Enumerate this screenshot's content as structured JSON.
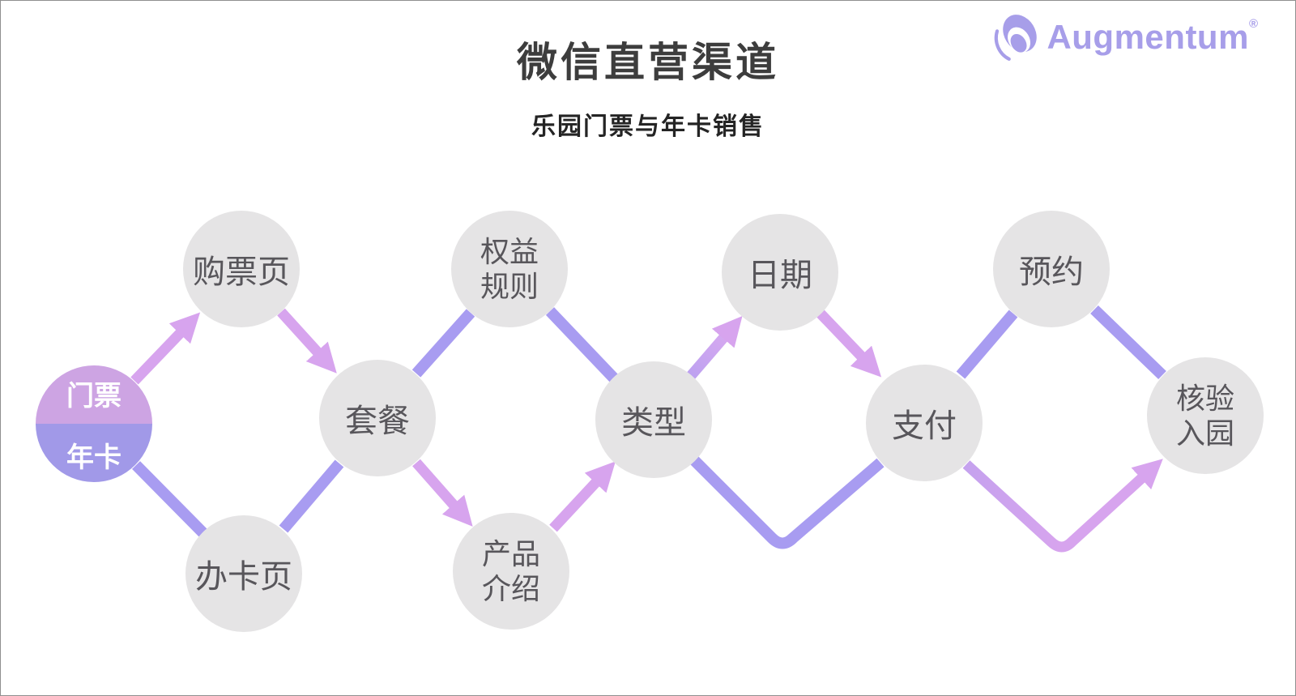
{
  "header": {
    "title": "微信直营渠道",
    "subtitle": "乐园门票与年卡销售"
  },
  "logo": {
    "name": "Augmentum",
    "registered": "®",
    "color": "#a79ee9"
  },
  "flow": {
    "start": {
      "top": "门票",
      "bottom": "年卡",
      "top_color": "#cda4e3",
      "bottom_color": "#a199e8"
    },
    "nodes": [
      {
        "id": "ticket-page",
        "line1": "购票页"
      },
      {
        "id": "card-page",
        "line1": "办卡页"
      },
      {
        "id": "package",
        "line1": "套餐"
      },
      {
        "id": "benefit-rules",
        "line1": "权益",
        "line2": "规则"
      },
      {
        "id": "product-intro",
        "line1": "产品",
        "line2": "介绍"
      },
      {
        "id": "type",
        "line1": "类型"
      },
      {
        "id": "date",
        "line1": "日期"
      },
      {
        "id": "payment",
        "line1": "支付"
      },
      {
        "id": "reservation",
        "line1": "预约"
      },
      {
        "id": "verify-entry",
        "line1": "核验",
        "line2": "入园"
      }
    ],
    "colors": {
      "ticket_flow_pink": "#d7a4ee",
      "card_flow_purple": "#a89cf1",
      "node_background": "#e5e4e5",
      "node_text": "#58565b"
    }
  }
}
